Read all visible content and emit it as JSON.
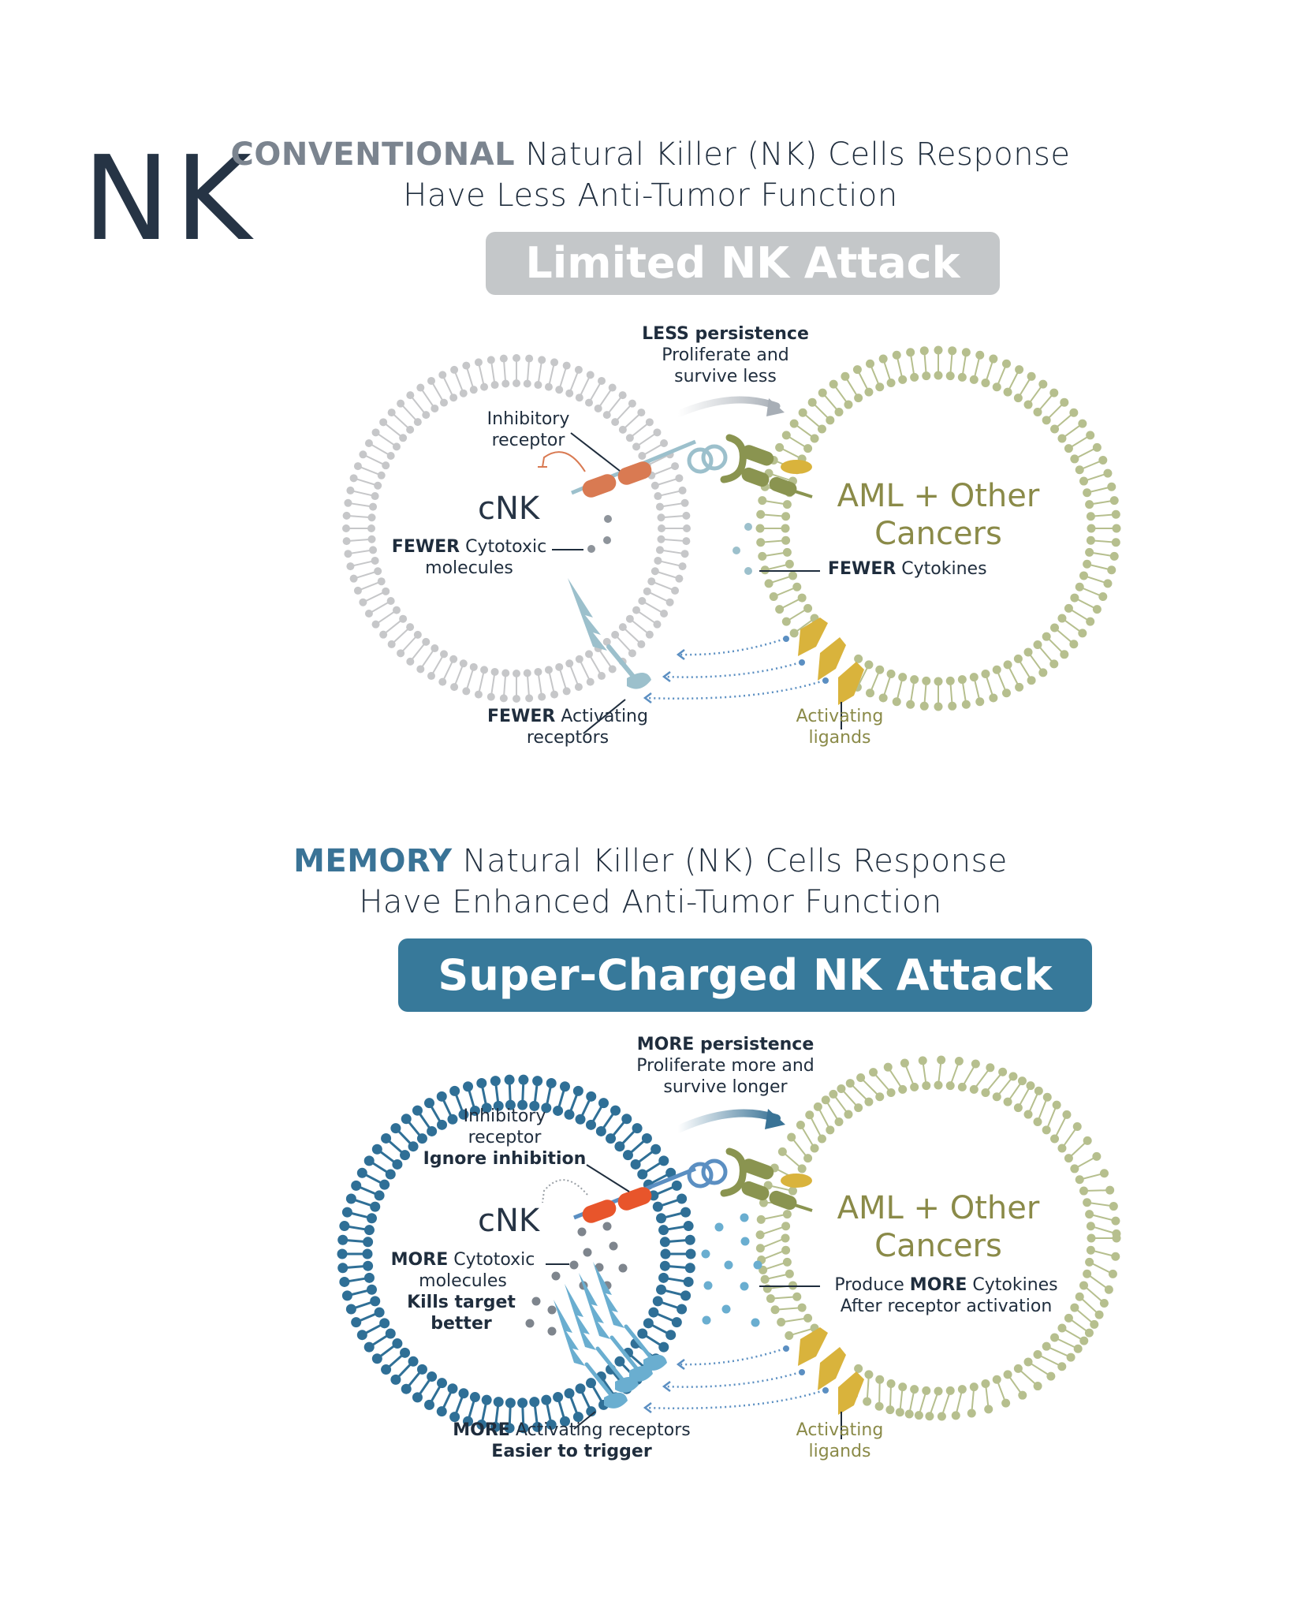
{
  "page_title": "NK",
  "colors": {
    "dark_text": "#263445",
    "conventional_accent": "#7b848f",
    "memory_accent": "#3a7396",
    "limited_banner": "#c4c7c9",
    "supercharged_banner": "#37799a",
    "cancer_olive": "#8a8a48",
    "cancer_membrane": "#b6bf8e",
    "cnk_membrane_gray": "#c6c7c9",
    "memory_membrane_blue": "#2f6f96",
    "inhibitory_receptor_conv": "#d97a52",
    "inhibitory_receptor_mem": "#e8552b",
    "activating_ligand": "#d9b33c",
    "activating_receptor_conv": "#9cc0cc",
    "activating_receptor_mem": "#6aaed0"
  },
  "conventional": {
    "heading_bold": "CONVENTIONAL",
    "heading_line1_rest": " Natural Killer (NK) Cells Response",
    "heading_line2": "Have Less Anti-Tumor Function",
    "banner": "Limited NK Attack",
    "persistence_bold": "LESS persistence",
    "persistence_line1": "Proliferate and",
    "persistence_line2": "survive less",
    "inhibitory_line1": "Inhibitory",
    "inhibitory_line2": "receptor",
    "cell_name": "cNK",
    "cytotoxic_bold": "FEWER",
    "cytotoxic_rest": " Cytotoxic",
    "cytotoxic_line2": "molecules",
    "cancer_line1": "AML + Other",
    "cancer_line2": "Cancers",
    "cytokines_bold": "FEWER",
    "cytokines_rest": " Cytokines",
    "activating_receptors_bold": "FEWER",
    "activating_receptors_rest": " Activating",
    "activating_receptors_line2": "receptors",
    "ligands_line1": "Activating",
    "ligands_line2": "ligands"
  },
  "memory": {
    "heading_bold": "MEMORY",
    "heading_line1_rest": " Natural Killer (NK) Cells Response",
    "heading_line2": "Have Enhanced Anti-Tumor Function",
    "banner": "Super-Charged NK Attack",
    "persistence_bold": "MORE persistence",
    "persistence_line1": "Proliferate more and",
    "persistence_line2": "survive longer",
    "inhibitory_line1": "Inhibitory",
    "inhibitory_line2": "receptor",
    "inhibitory_line3": "Ignore inhibition",
    "cell_name": "cNK",
    "cytotoxic_bold": "MORE",
    "cytotoxic_rest": " Cytotoxic",
    "cytotoxic_line2": "molecules",
    "kills_line1": "Kills target",
    "kills_line2": "better",
    "cancer_line1": "AML + Other",
    "cancer_line2": "Cancers",
    "cytokines_pre": "Produce ",
    "cytokines_bold": "MORE",
    "cytokines_rest": " Cytokines",
    "cytokines_line2": "After receptor activation",
    "activating_receptors_bold": "MORE",
    "activating_receptors_rest": " Activating receptors",
    "activating_receptors_line2": "Easier to trigger",
    "ligands_line1": "Activating",
    "ligands_line2": "ligands"
  }
}
